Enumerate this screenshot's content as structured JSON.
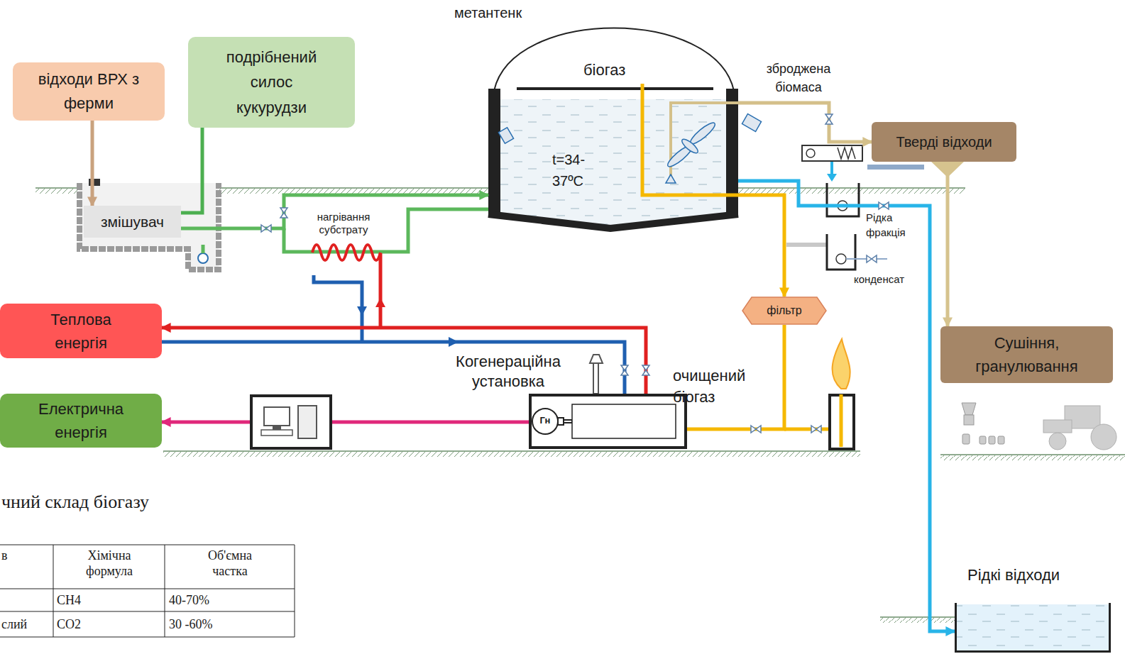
{
  "diagram": {
    "nodes": [
      {
        "text": [
          "відходи ВРХ з ферми"
        ]
      },
      {
        "text": [
          "подрібнений силос кукурудзи"
        ]
      },
      {
        "text": [
          "змішувач"
        ]
      },
      {
        "text": [
          "метантенк",
          "t=34- 37ºC"
        ]
      },
      {
        "text": [
          "Тверді відходи"
        ]
      },
      {
        "text": [
          "Теплова енергія"
        ]
      },
      {
        "text": [
          "Електрична енергія"
        ]
      },
      {
        "text": [
          "Когенераційна установка"
        ]
      },
      {
        "text": [
          "фільтр"
        ]
      },
      {
        "text": [
          "Сушіння, гранулювання"
        ]
      },
      {
        "text": [
          "Рідкі відходи"
        ]
      }
    ],
    "edges": [
      {
        "from": 0,
        "to": 2,
        "arrow": "to"
      },
      {
        "from": 1,
        "to": 2,
        "arrow": "none"
      },
      {
        "from": 2,
        "to": 3,
        "arrow": "to"
      },
      {
        "from": 3,
        "to": 8,
        "arrow": "to"
      },
      {
        "from": 8,
        "to": 7,
        "arrow": "none"
      },
      {
        "from": 7,
        "to": 5,
        "arrow": "to"
      },
      {
        "from": 7,
        "to": 6,
        "arrow": "to"
      },
      {
        "from": 3,
        "to": 4,
        "arrow": "to"
      },
      {
        "from": 4,
        "to": 9,
        "arrow": "to"
      },
      {
        "from": 3,
        "to": 10,
        "arrow": "to"
      }
    ],
    "labels": [
      "біогаз",
      "зброджена біомаса",
      "нагрівання субстрату",
      "Рідка фракція",
      "конденсат",
      "очищений біогаз",
      "Гн",
      "чний склад біогазу",
      "в",
      "Хімічна формула",
      "Об'ємна частка",
      "CH4",
      "40-70%",
      "слий",
      "CO2",
      "30 -60%"
    ]
  }
}
